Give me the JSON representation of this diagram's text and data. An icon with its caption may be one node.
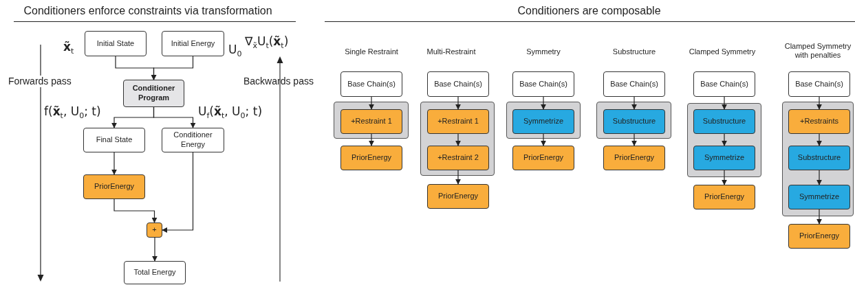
{
  "diagram": {
    "nodes": [
      {
        "text": [
          "Initial State"
        ],
        "beside": [
          "**x̃**$_{t}$"
        ]
      },
      {
        "text": [
          "Initial Energy"
        ],
        "beside": [
          "U$_{0}$"
        ]
      },
      {
        "text": [
          "Conditioner Program"
        ]
      },
      {
        "text": [
          "Final State"
        ]
      },
      {
        "text": [
          "Conditioner Energy"
        ]
      },
      {
        "text": [
          "PriorEnergy"
        ]
      },
      {
        "text": [
          "+"
        ]
      },
      {
        "text": [
          "Total Energy"
        ]
      },
      {
        "text": [
          "Base Chain(s)"
        ]
      },
      {
        "text": [],
        "shape": "box"
      },
      {
        "text": [
          "+Restraint 1"
        ],
        "in": 9
      },
      {
        "text": [
          "PriorEnergy"
        ]
      },
      {
        "text": [
          "Base Chain(s)"
        ]
      },
      {
        "text": [],
        "shape": "box"
      },
      {
        "text": [
          "+Restraint 1"
        ],
        "in": 13
      },
      {
        "text": [
          "+Restraint 2"
        ],
        "in": 13
      },
      {
        "text": [
          "PriorEnergy"
        ]
      },
      {
        "text": [
          "Base Chain(s)"
        ]
      },
      {
        "text": [],
        "shape": "box"
      },
      {
        "text": [
          "Symmetrize"
        ],
        "in": 18
      },
      {
        "text": [
          "PriorEnergy"
        ]
      },
      {
        "text": [
          "Base Chain(s)"
        ]
      },
      {
        "text": [],
        "shape": "box"
      },
      {
        "text": [
          "Substructure"
        ],
        "in": 22
      },
      {
        "text": [
          "PriorEnergy"
        ]
      },
      {
        "text": [
          "Base Chain(s)"
        ]
      },
      {
        "text": [],
        "shape": "box"
      },
      {
        "text": [
          "Substructure"
        ],
        "in": 26
      },
      {
        "text": [
          "Symmetrize"
        ],
        "in": 26
      },
      {
        "text": [
          "PriorEnergy"
        ]
      },
      {
        "text": [
          "Base Chain(s)"
        ]
      },
      {
        "text": [],
        "shape": "box"
      },
      {
        "text": [
          "+Restraints"
        ],
        "in": 31
      },
      {
        "text": [
          "Substructure"
        ],
        "in": 31
      },
      {
        "text": [
          "Symmetrize"
        ],
        "in": 31
      },
      {
        "text": [
          "PriorEnergy"
        ]
      }
    ],
    "edges": [
      {
        "from": 0,
        "to": 2,
        "arrow": "to"
      },
      {
        "from": 1,
        "to": 2,
        "arrow": "to"
      },
      {
        "from": 2,
        "to": 3,
        "arrow": "to",
        "label": "f(**x̃**$_{t}$, U$_{0}$; t)"
      },
      {
        "from": 2,
        "to": 4,
        "arrow": "to",
        "label": "U$_{f}$(**x̃**$_{t}$, U$_{0}$; t)"
      },
      {
        "from": 3,
        "to": 5,
        "arrow": "to"
      },
      {
        "from": 5,
        "to": 6,
        "arrow": "to"
      },
      {
        "from": 4,
        "to": 6,
        "arrow": "to"
      },
      {
        "from": 6,
        "to": 7,
        "arrow": "to"
      },
      {
        "from": 8,
        "to": 10,
        "arrow": "to"
      },
      {
        "from": 10,
        "to": 11,
        "arrow": "to"
      },
      {
        "from": 12,
        "to": 14,
        "arrow": "to"
      },
      {
        "from": 14,
        "to": 15,
        "arrow": "to"
      },
      {
        "from": 15,
        "to": 16,
        "arrow": "to"
      },
      {
        "from": 17,
        "to": 19,
        "arrow": "to"
      },
      {
        "from": 19,
        "to": 20,
        "arrow": "to"
      },
      {
        "from": 21,
        "to": 23,
        "arrow": "to"
      },
      {
        "from": 23,
        "to": 24,
        "arrow": "to"
      },
      {
        "from": 25,
        "to": 27,
        "arrow": "to"
      },
      {
        "from": 27,
        "to": 28,
        "arrow": "to"
      },
      {
        "from": 28,
        "to": 29,
        "arrow": "to"
      },
      {
        "from": 30,
        "to": 32,
        "arrow": "to"
      },
      {
        "from": 32,
        "to": 33,
        "arrow": "to"
      },
      {
        "from": 33,
        "to": 34,
        "arrow": "to"
      },
      {
        "from": 34,
        "to": 35,
        "arrow": "to"
      }
    ],
    "labels": [
      "Conditioners enforce constraints via transformation",
      "Conditioners are composable",
      "∇$_{x̃}$U$_{t}$(**x̃**$_{t}$)",
      "Forwards pass",
      "Backwards pass",
      "Single Restraint",
      "Multi-Restraint",
      "Symmetry",
      "Substructure",
      "Clamped Symmetry",
      "Clamped Symmetry with penalties"
    ]
  }
}
